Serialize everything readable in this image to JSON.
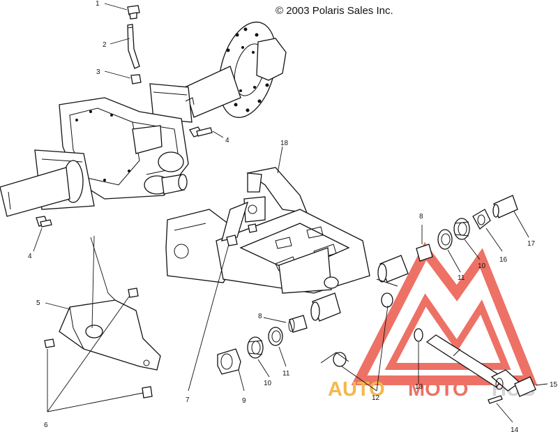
{
  "copyright": "© 2003 Polaris Sales Inc.",
  "callouts": {
    "c1": "1",
    "c2": "2",
    "c3": "3",
    "c4a": "4",
    "c4b": "4",
    "c5": "5",
    "c6": "6",
    "c7": "7",
    "c8a": "8",
    "c8b": "8",
    "c9": "9",
    "c10a": "10",
    "c10b": "10",
    "c11a": "11",
    "c11b": "11",
    "c12": "12",
    "c13": "13",
    "c14": "14",
    "c15": "15",
    "c16": "16",
    "c17": "17",
    "c18": "18"
  },
  "watermark": {
    "auto": "AUTO",
    "moto": "MOTO",
    "hub": "HUB",
    "color_red": "#e84a3a",
    "color_orange": "#f0a51e",
    "color_gray": "#c8c8c8"
  }
}
